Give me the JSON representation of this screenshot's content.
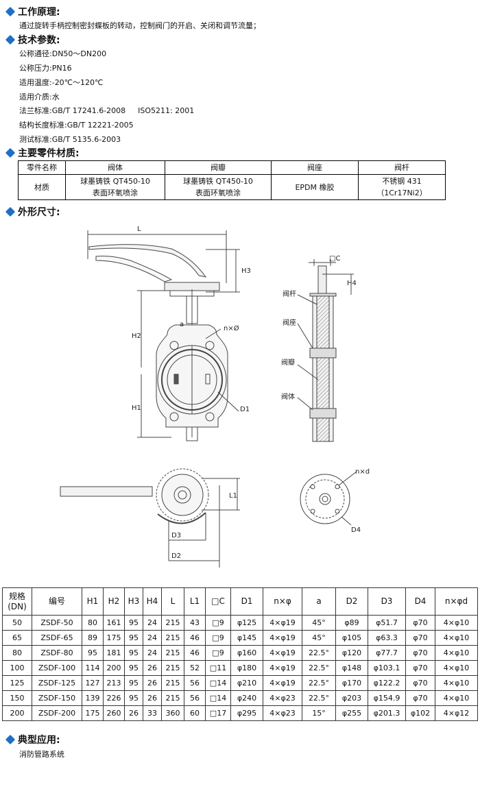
{
  "sections": {
    "principle": {
      "title": "工作原理:",
      "text": "通过旋转手柄控制密封蝶板的转动，控制阀门的开启、关闭和调节流量；"
    },
    "params": {
      "title": "技术参数:",
      "lines": [
        {
          "label": "公称通径:",
          "value": "DN50～DN200"
        },
        {
          "label": "公称压力:",
          "value": "PN16"
        },
        {
          "label": "适用温度:",
          "value": "-20℃～120℃"
        },
        {
          "label": "适用介质:",
          "value": "水"
        },
        {
          "label": "法兰标准:",
          "value": "GB/T 17241.6-2008",
          "value2": "ISO5211: 2001"
        },
        {
          "label": "结构长度标准:",
          "value": "GB/T 12221-2005"
        },
        {
          "label": "测试标准:",
          "value": "GB/T 5135.6-2003"
        }
      ]
    },
    "materials": {
      "title": "主要零件材质:",
      "headers": [
        "零件名称",
        "阀体",
        "阀瓣",
        "阀座",
        "阀杆"
      ],
      "row_label": "材质",
      "cells": [
        [
          "球墨铸铁 QT450-10",
          "表面环氧喷涂"
        ],
        [
          "球墨铸铁 QT450-10",
          "表面环氧喷涂"
        ],
        [
          "EPDM 橡胶"
        ],
        [
          "不锈钢 431",
          "（1Cr17Ni2）"
        ]
      ]
    },
    "dimensions": {
      "title": "外形尺寸:"
    },
    "application": {
      "title": "典型应用:",
      "text": "消防管路系统"
    }
  },
  "drawing_labels": {
    "L": "L",
    "H1": "H1",
    "H2": "H2",
    "H3": "H3",
    "H4": "H4",
    "C": "□C",
    "nphi": "n×Ø",
    "D1": "D1",
    "a": "a",
    "stem": "阀杆",
    "seat": "阀座",
    "disc": "阀瓣",
    "body": "阀体",
    "L1": "L1",
    "D3": "D3",
    "D2": "D2",
    "nd": "n×d",
    "D4": "D4"
  },
  "spec_table": {
    "headers": [
      "规格\n(DN)",
      "编号",
      "H1",
      "H2",
      "H3",
      "H4",
      "L",
      "L1",
      "□C",
      "D1",
      "n×φ",
      "a",
      "D2",
      "D3",
      "D4",
      "n×φd"
    ],
    "rows": [
      [
        "50",
        "ZSDF-50",
        "80",
        "161",
        "95",
        "24",
        "215",
        "43",
        "□9",
        "φ125",
        "4×φ19",
        "45°",
        "φ89",
        "φ51.7",
        "φ70",
        "4×φ10"
      ],
      [
        "65",
        "ZSDF-65",
        "89",
        "175",
        "95",
        "24",
        "215",
        "46",
        "□9",
        "φ145",
        "4×φ19",
        "45°",
        "φ105",
        "φ63.3",
        "φ70",
        "4×φ10"
      ],
      [
        "80",
        "ZSDF-80",
        "95",
        "181",
        "95",
        "24",
        "215",
        "46",
        "□9",
        "φ160",
        "4×φ19",
        "22.5°",
        "φ120",
        "φ77.7",
        "φ70",
        "4×φ10"
      ],
      [
        "100",
        "ZSDF-100",
        "114",
        "200",
        "95",
        "26",
        "215",
        "52",
        "□11",
        "φ180",
        "4×φ19",
        "22.5°",
        "φ148",
        "φ103.1",
        "φ70",
        "4×φ10"
      ],
      [
        "125",
        "ZSDF-125",
        "127",
        "213",
        "95",
        "26",
        "215",
        "56",
        "□14",
        "φ210",
        "4×φ19",
        "22.5°",
        "φ170",
        "φ122.2",
        "φ70",
        "4×φ10"
      ],
      [
        "150",
        "ZSDF-150",
        "139",
        "226",
        "95",
        "26",
        "215",
        "56",
        "□14",
        "φ240",
        "4×φ23",
        "22.5°",
        "φ203",
        "φ154.9",
        "φ70",
        "4×φ10"
      ],
      [
        "200",
        "ZSDF-200",
        "175",
        "260",
        "26",
        "33",
        "360",
        "60",
        "□17",
        "φ295",
        "4×φ23",
        "15°",
        "φ255",
        "φ201.3",
        "φ102",
        "4×φ12"
      ]
    ]
  },
  "colors": {
    "accent": "#1f6fc4",
    "text": "#111111"
  }
}
